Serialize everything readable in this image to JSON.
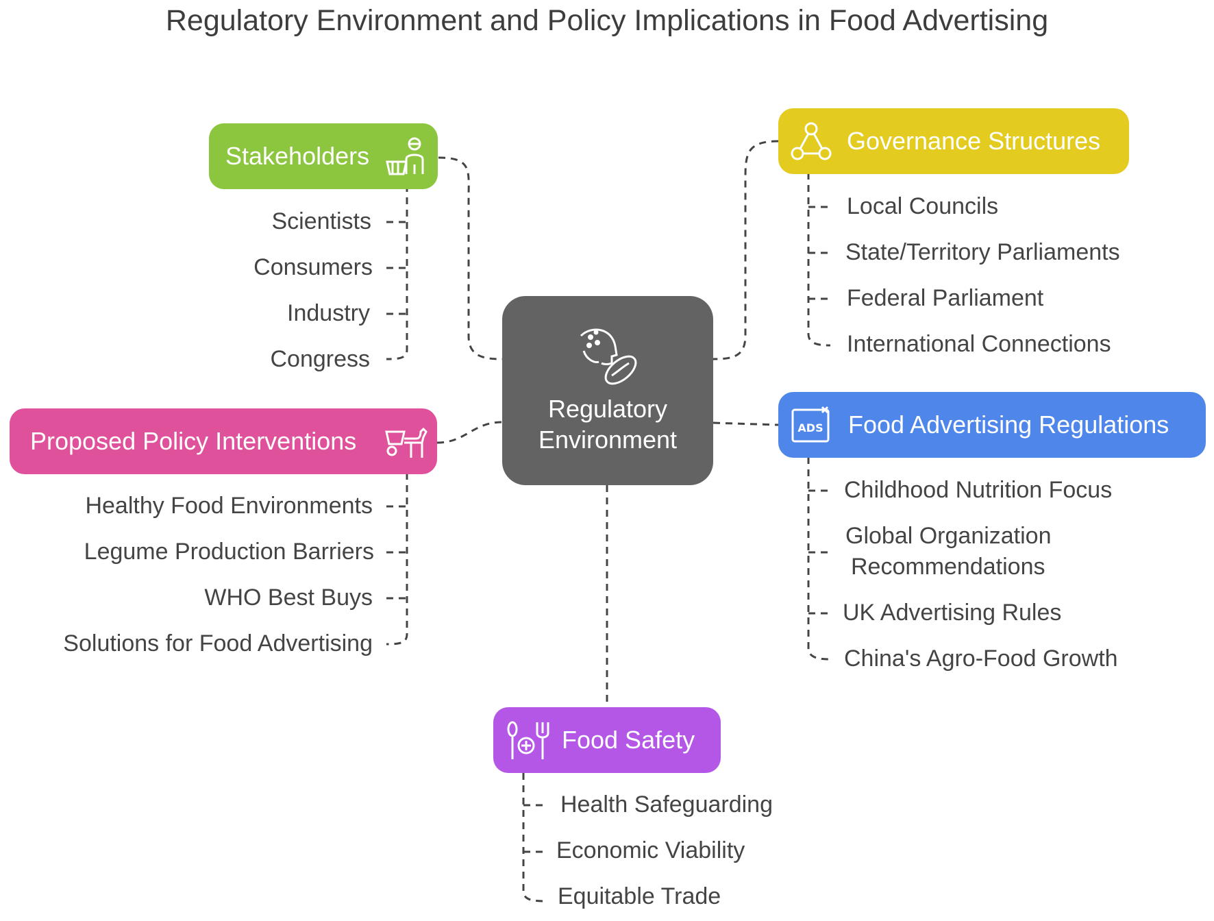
{
  "title": "Regulatory Environment and Policy Implications in Food Advertising",
  "center": {
    "line1": "Regulatory",
    "line2": "Environment",
    "icon": "head-with-bean-icon"
  },
  "branches": {
    "stakeholders": {
      "label": "Stakeholders",
      "color": "#8cc63e",
      "icon": "person-with-basket-icon",
      "items": [
        "Scientists",
        "Consumers",
        "Industry",
        "Congress"
      ]
    },
    "governance": {
      "label": "Governance Structures",
      "color": "#e3cb20",
      "icon": "network-nodes-icon",
      "items": [
        "Local Councils",
        "State/Territory Parliaments",
        "Federal Parliament",
        "International Connections"
      ]
    },
    "policy": {
      "label": "Proposed Policy Interventions",
      "color": "#e0519b",
      "icon": "dog-cart-icon",
      "items": [
        "Healthy Food Environments",
        "Legume Production Barriers",
        "WHO Best Buys",
        "Solutions for Food Advertising"
      ]
    },
    "advertising": {
      "label": "Food Advertising Regulations",
      "color": "#4f86ea",
      "icon": "ads-icon",
      "items": [
        "Childhood Nutrition Focus",
        "Global Organization",
        "Recommendations",
        "UK Advertising Rules",
        "China's Agro-Food Growth"
      ]
    },
    "safety": {
      "label": "Food Safety",
      "color": "#b457e6",
      "icon": "cutlery-plus-icon",
      "items": [
        "Health Safeguarding",
        "Economic Viability",
        "Equitable Trade"
      ]
    }
  }
}
